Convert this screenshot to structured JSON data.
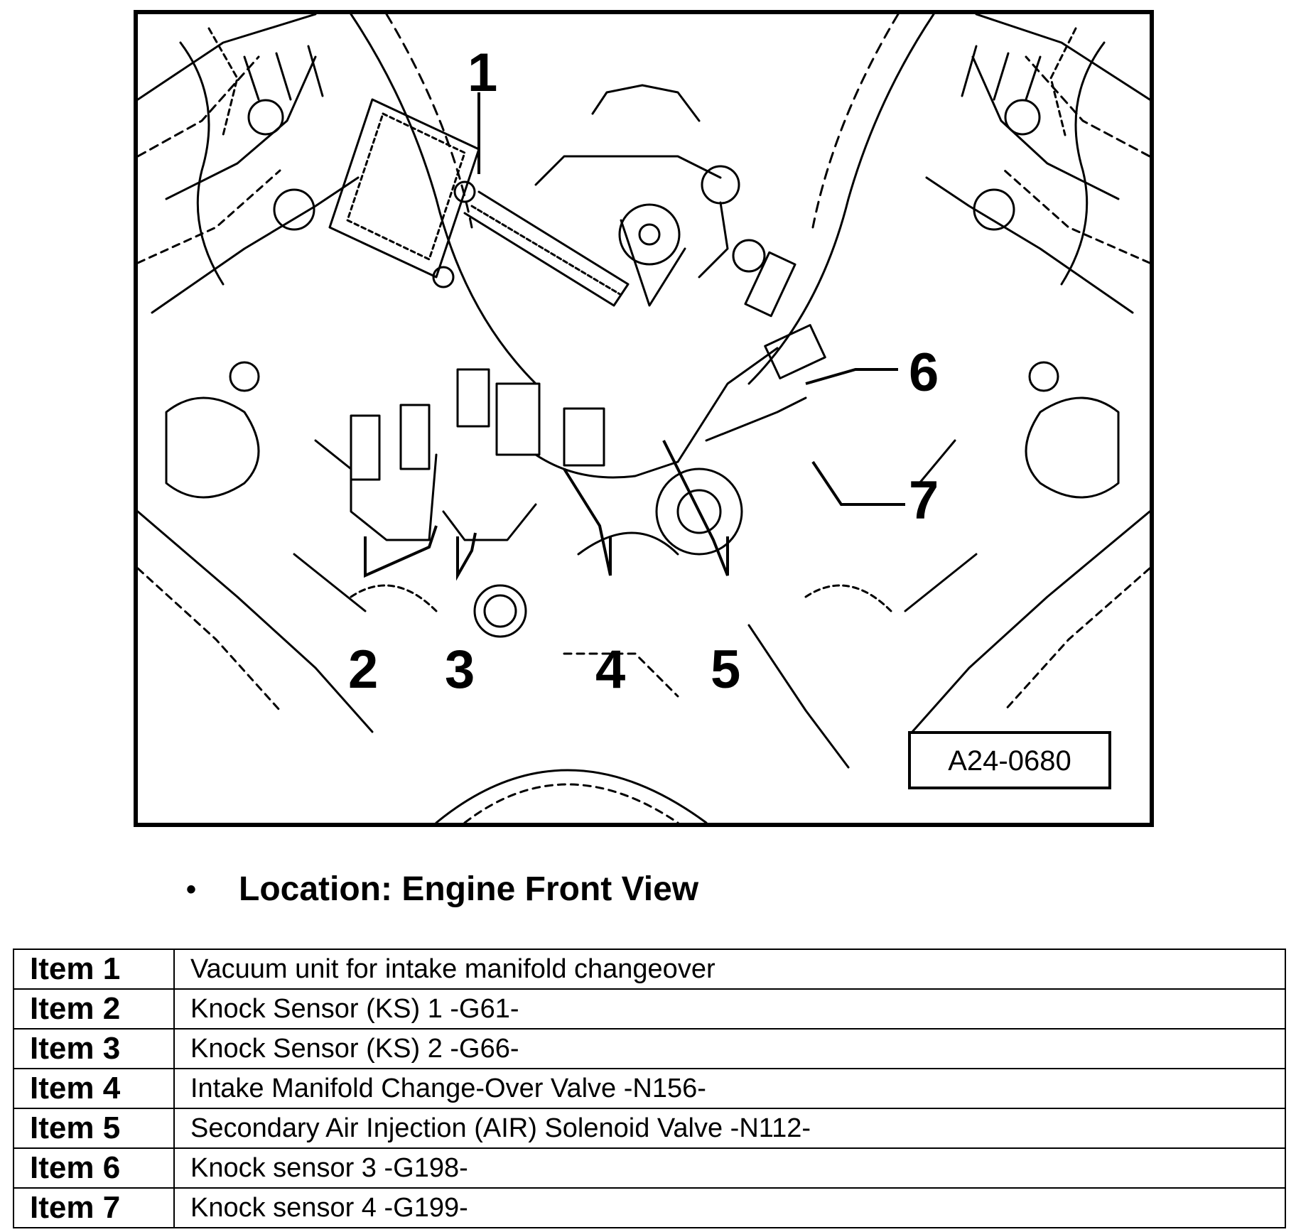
{
  "figure": {
    "reference": "A24-0680",
    "callouts": [
      "1",
      "2",
      "3",
      "4",
      "5",
      "6",
      "7"
    ]
  },
  "caption": {
    "bullet": "•",
    "text": "Location: Engine Front View"
  },
  "legend": [
    {
      "item": "Item 1",
      "description": "Vacuum unit for intake manifold changeover"
    },
    {
      "item": "Item 2",
      "description": "Knock Sensor (KS) 1 -G61-"
    },
    {
      "item": "Item 3",
      "description": "Knock Sensor (KS) 2 -G66-"
    },
    {
      "item": "Item 4",
      "description": "Intake Manifold Change-Over Valve -N156-"
    },
    {
      "item": "Item 5",
      "description": "Secondary Air Injection (AIR) Solenoid Valve -N112-"
    },
    {
      "item": "Item 6",
      "description": "Knock sensor 3 -G198-"
    },
    {
      "item": "Item 7",
      "description": "Knock sensor 4 -G199-"
    }
  ]
}
